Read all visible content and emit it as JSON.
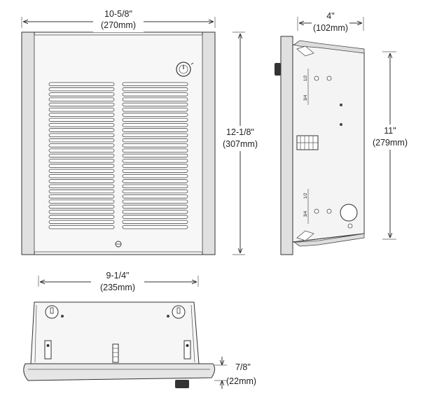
{
  "dimensions": {
    "front_width_in": "10-5/8\"",
    "front_width_mm": "(270mm)",
    "front_height_in": "12-1/8\"",
    "front_height_mm": "(307mm)",
    "side_depth_in": "4\"",
    "side_depth_mm": "(102mm)",
    "side_height_in": "11\"",
    "side_height_mm": "(279mm)",
    "bottom_width_in": "9-1/4\"",
    "bottom_width_mm": "(235mm)",
    "bottom_projection_in": "7/8\"",
    "bottom_projection_mm": "(22mm)"
  },
  "side_labels": [
    "1/2",
    "3/4",
    "1/2",
    "3/4"
  ],
  "colors": {
    "line": "#333333",
    "panel": "#f2f2f2",
    "side_trim": "#e0e0e0"
  }
}
